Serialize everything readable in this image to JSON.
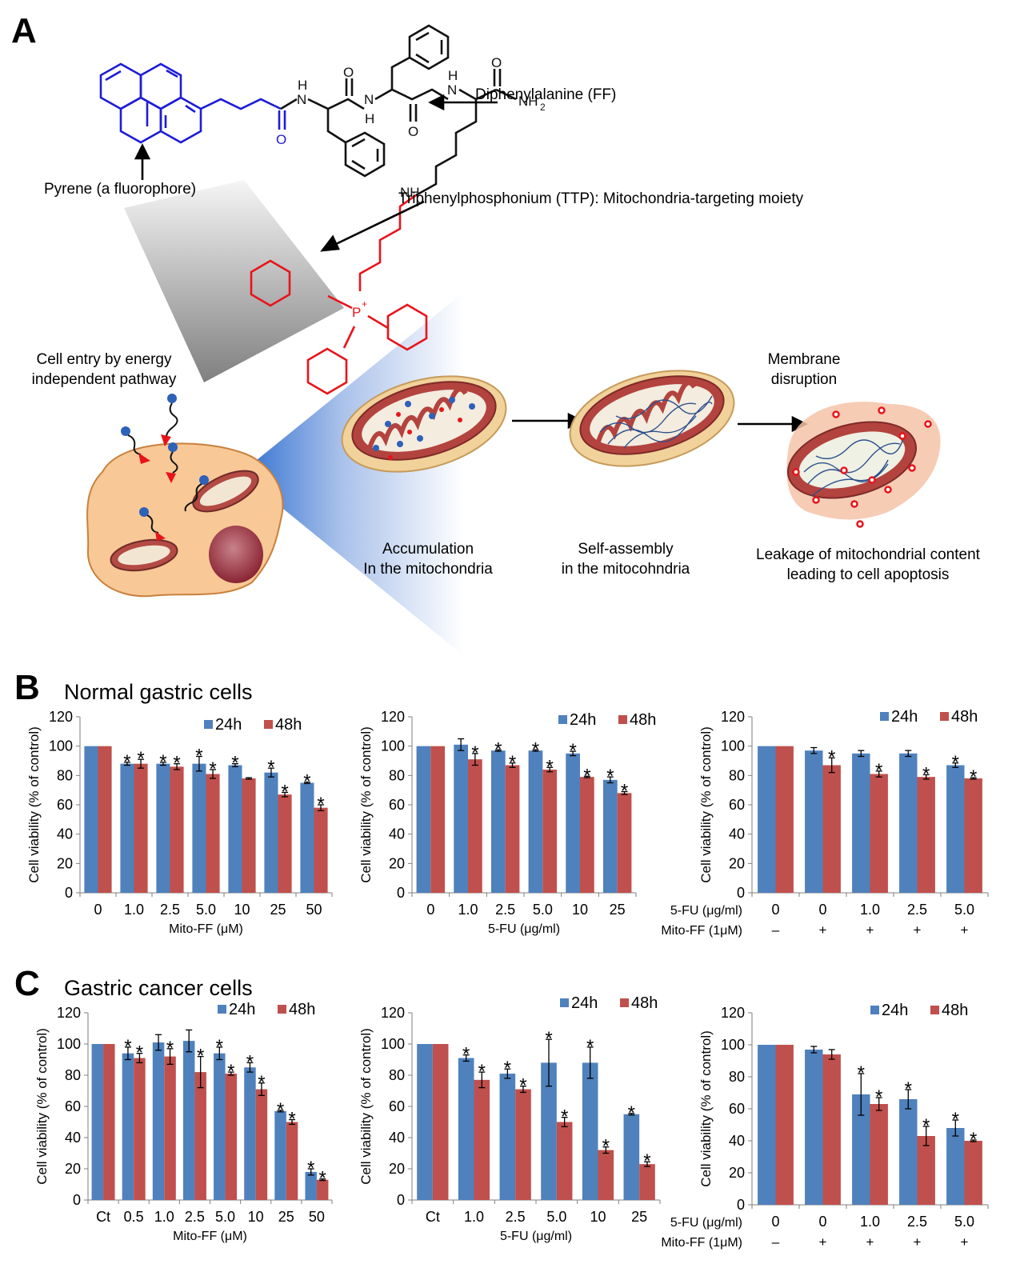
{
  "panels": {
    "A": "A",
    "B": "B",
    "C": "C"
  },
  "panel_b_title": "Normal gastric cells",
  "panel_c_title": "Gastric cancer cells",
  "schematic": {
    "pyrene_label": "Pyrene (a fluorophore)",
    "ff_label": "Diphenylalanine (FF)",
    "ttp_label": "Triphenylphosphonium (TTP): Mitochondria-targeting moiety",
    "cell_entry_label": [
      "Cell entry by energy",
      "independent pathway"
    ],
    "membrane_label": [
      "Membrane",
      "disruption"
    ],
    "accumulation_label": [
      "Accumulation",
      "In the mitochondria"
    ],
    "self_assembly_label": [
      "Self-assembly",
      "in the mitocohndria"
    ],
    "leakage_label": [
      "Leakage of mitochondrial content",
      "leading to cell apoptosis"
    ],
    "chem_atoms": {
      "N": "N",
      "H": "H",
      "NH": "NH",
      "O": "O",
      "NH2": "NH",
      "sub2": "2",
      "P": "P",
      "plus": "+"
    }
  },
  "colors": {
    "s24": "#4f81bd",
    "s48": "#c0504d",
    "pyrene": "#1c1cd6",
    "ttp": "#e8141b"
  },
  "chart_data": [
    {
      "id": "b1",
      "type": "bar",
      "ylabel": "Cell viability (% of control)",
      "xlabel": "Mito-FF (μM)",
      "ylim": [
        0,
        120
      ],
      "yticks": [
        0,
        20,
        40,
        60,
        80,
        100,
        120
      ],
      "categories": [
        "0",
        "1.0",
        "2.5",
        "5.0",
        "10",
        "25",
        "50"
      ],
      "series": [
        {
          "name": "24h",
          "values": [
            100,
            88,
            88,
            88,
            87,
            82,
            75
          ],
          "errors": [
            0,
            1,
            1,
            5,
            1,
            3,
            0.5
          ],
          "stars": [
            false,
            true,
            true,
            true,
            true,
            true,
            true
          ]
        },
        {
          "name": "48h",
          "values": [
            100,
            88,
            86,
            81,
            78,
            67,
            58
          ],
          "errors": [
            0,
            3,
            2,
            3,
            0.5,
            1.5,
            2
          ],
          "stars": [
            false,
            true,
            true,
            true,
            false,
            true,
            true
          ]
        }
      ]
    },
    {
      "id": "b2",
      "type": "bar",
      "ylabel": "Cell viability (% of control)",
      "xlabel": "5-FU (μg/ml)",
      "ylim": [
        0,
        120
      ],
      "yticks": [
        0,
        20,
        40,
        60,
        80,
        100,
        120
      ],
      "categories": [
        "0",
        "1.0",
        "2.5",
        "5.0",
        "10",
        "25"
      ],
      "series": [
        {
          "name": "24h",
          "values": [
            100,
            101,
            97,
            97,
            95,
            77
          ],
          "errors": [
            0,
            4,
            0.5,
            0.5,
            1.5,
            2
          ],
          "stars": [
            false,
            false,
            true,
            true,
            true,
            true
          ]
        },
        {
          "name": "48h",
          "values": [
            100,
            91,
            87,
            84,
            79,
            68
          ],
          "errors": [
            0,
            4,
            1.5,
            1.5,
            0.5,
            1
          ],
          "stars": [
            false,
            true,
            true,
            true,
            true,
            true
          ]
        }
      ]
    },
    {
      "id": "b3",
      "type": "bar",
      "ylabel": "Cell viability (% of control)",
      "ylim": [
        0,
        120
      ],
      "yticks": [
        0,
        20,
        40,
        60,
        80,
        100,
        120
      ],
      "row_labels": [
        {
          "label": "5-FU (μg/ml)",
          "values": [
            "0",
            "0",
            "1.0",
            "2.5",
            "5.0"
          ]
        },
        {
          "label": "Mito-FF (1μM)",
          "values": [
            "–",
            "+",
            "+",
            "+",
            "+"
          ]
        }
      ],
      "series": [
        {
          "name": "24h",
          "values": [
            100,
            97,
            95,
            95,
            87
          ],
          "errors": [
            0,
            2,
            2,
            2,
            1.5
          ],
          "stars": [
            false,
            false,
            false,
            false,
            true
          ]
        },
        {
          "name": "48h",
          "values": [
            100,
            87,
            81,
            79,
            78
          ],
          "errors": [
            0,
            5,
            2,
            1.5,
            0.5
          ],
          "stars": [
            false,
            true,
            true,
            true,
            true
          ]
        }
      ]
    },
    {
      "id": "c1",
      "type": "bar",
      "ylabel": "Cell viability (% of control)",
      "xlabel": "Mito-FF (μM)",
      "ylim": [
        0,
        120
      ],
      "yticks": [
        0,
        20,
        40,
        60,
        80,
        100,
        120
      ],
      "categories": [
        "Ct",
        "0.5",
        "1.0",
        "2.5",
        "5.0",
        "10",
        "25",
        "50"
      ],
      "series": [
        {
          "name": "24h",
          "values": [
            100,
            94,
            101,
            102,
            94,
            85,
            57,
            18
          ],
          "errors": [
            0,
            4,
            5,
            7,
            4,
            3,
            0.5,
            2
          ],
          "stars": [
            false,
            true,
            false,
            false,
            true,
            true,
            true,
            true
          ]
        },
        {
          "name": "48h",
          "values": [
            100,
            91,
            92,
            82,
            81,
            71,
            50,
            13
          ],
          "errors": [
            0,
            3,
            5,
            10,
            1,
            4,
            1.5,
            0.5
          ],
          "stars": [
            false,
            true,
            true,
            true,
            true,
            true,
            true,
            true
          ]
        }
      ]
    },
    {
      "id": "c2",
      "type": "bar",
      "ylabel": "Cell viability (% of control)",
      "xlabel": "5-FU (μg/ml)",
      "ylim": [
        0,
        120
      ],
      "yticks": [
        0,
        20,
        40,
        60,
        80,
        100,
        120
      ],
      "categories": [
        "Ct",
        "1.0",
        "2.5",
        "5.0",
        "10",
        "25"
      ],
      "series": [
        {
          "name": "24h",
          "values": [
            100,
            91,
            81,
            88,
            88,
            55
          ],
          "errors": [
            0,
            2,
            3,
            15,
            10,
            0.5
          ],
          "stars": [
            false,
            true,
            true,
            true,
            true,
            true
          ]
        },
        {
          "name": "48h",
          "values": [
            100,
            77,
            71,
            50,
            32,
            23
          ],
          "errors": [
            0,
            5,
            2,
            3,
            2,
            1.5
          ],
          "stars": [
            false,
            true,
            true,
            true,
            true,
            true
          ]
        }
      ]
    },
    {
      "id": "c3",
      "type": "bar",
      "ylabel": "Cell viability (% of control)",
      "ylim": [
        0,
        120
      ],
      "yticks": [
        0,
        20,
        40,
        60,
        80,
        100,
        120
      ],
      "row_labels": [
        {
          "label": "5-FU (μg/ml)",
          "values": [
            "0",
            "0",
            "1.0",
            "2.5",
            "5.0"
          ]
        },
        {
          "label": "Mito-FF (1μM)",
          "values": [
            "–",
            "+",
            "+",
            "+",
            "+"
          ]
        }
      ],
      "series": [
        {
          "name": "24h",
          "values": [
            100,
            97,
            69,
            66,
            48
          ],
          "errors": [
            0,
            2,
            13,
            6,
            5
          ],
          "stars": [
            false,
            false,
            true,
            true,
            true
          ]
        },
        {
          "name": "48h",
          "values": [
            100,
            94,
            63,
            43,
            40
          ],
          "errors": [
            0,
            3,
            4,
            6,
            0.5
          ],
          "stars": [
            false,
            false,
            true,
            true,
            true
          ]
        }
      ]
    }
  ]
}
